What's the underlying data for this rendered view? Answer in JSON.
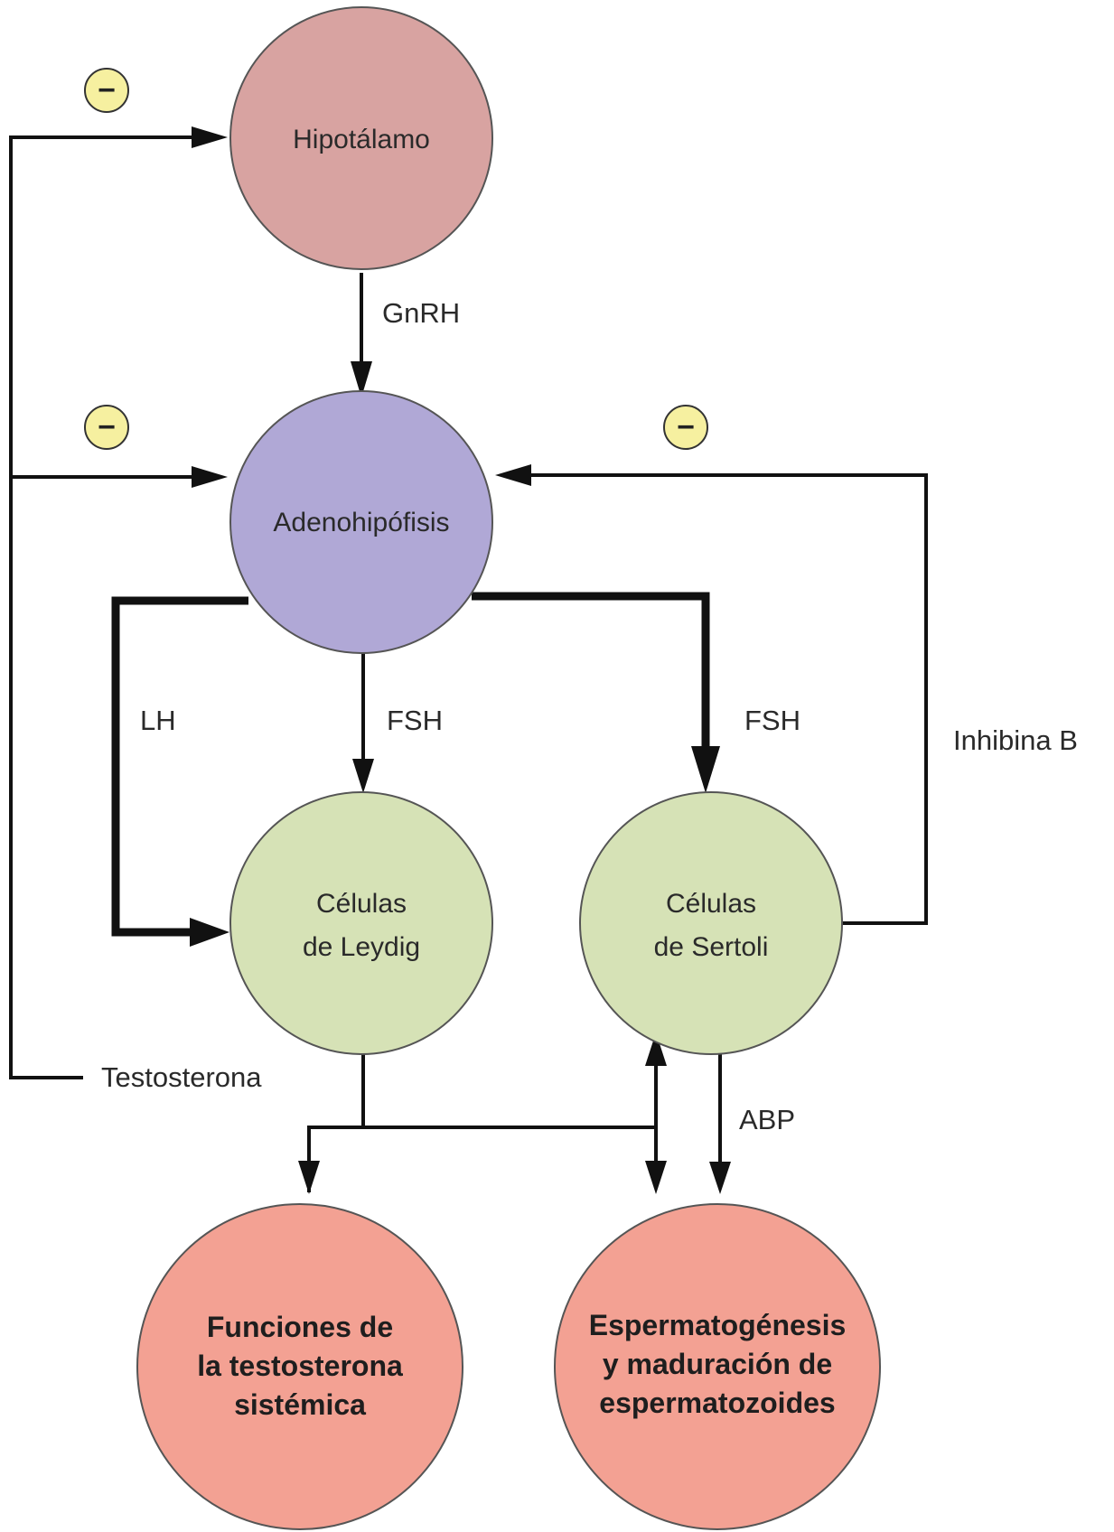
{
  "nodes": {
    "hipotalamo": {
      "label": [
        "Hipotálamo"
      ],
      "color": "#d8a3a1"
    },
    "adenohipofisis": {
      "label": [
        "Adenohipófisis"
      ],
      "color": "#b0a8d6"
    },
    "leydig": {
      "label": [
        "Células",
        "de Leydig"
      ],
      "color": "#d6e2b6"
    },
    "sertoli": {
      "label": [
        "Células",
        "de Sertoli"
      ],
      "color": "#d6e2b6"
    },
    "funciones": {
      "label": [
        "Funciones de",
        "la testosterona",
        "sistémica"
      ],
      "color": "#f3a193"
    },
    "espermatogenesis": {
      "label": [
        "Espermatogénesis",
        "y maduración de",
        "espermatozoides"
      ],
      "color": "#f3a193"
    }
  },
  "edges": {
    "gnrh": "GnRH",
    "lh": "LH",
    "fsh_leydig": "FSH",
    "fsh_sertoli": "FSH",
    "inhibina": "Inhibina B",
    "testosterona": "Testosterona",
    "abp": "ABP"
  },
  "inhibition_symbol": "−",
  "inhibition_color": "#f6f0a0"
}
